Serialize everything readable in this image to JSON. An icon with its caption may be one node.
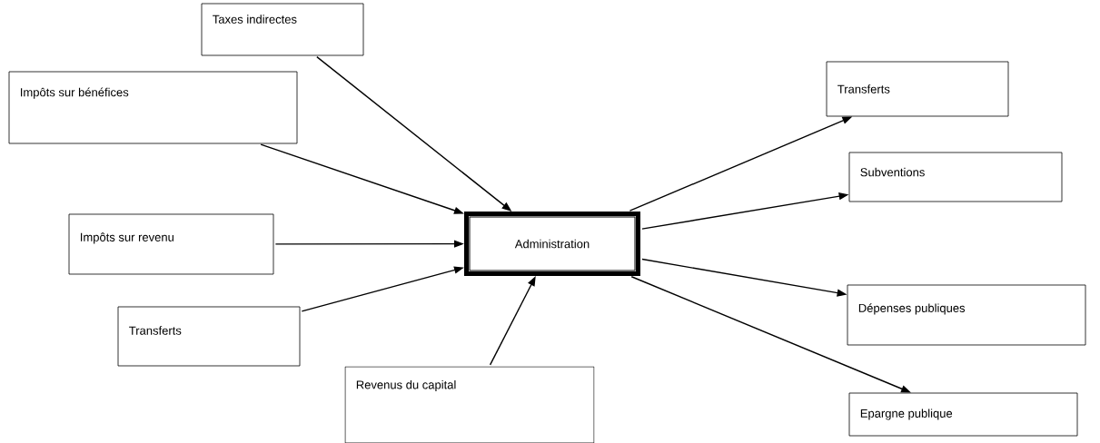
{
  "diagram": {
    "nodes": [
      {
        "text": [
          "Taxes indirectes"
        ]
      },
      {
        "text": [
          "Impôts sur bénéfices"
        ]
      },
      {
        "text": [
          "Impôts sur revenu"
        ]
      },
      {
        "text": [
          "Transferts"
        ]
      },
      {
        "text": [
          "Revenus du capital"
        ]
      },
      {
        "text": [
          "Administration"
        ]
      },
      {
        "text": [
          "Transferts"
        ]
      },
      {
        "text": [
          "Subventions"
        ]
      },
      {
        "text": [
          "Dépenses publiques"
        ]
      },
      {
        "text": [
          "Epargne publique"
        ]
      }
    ],
    "edges": [
      {
        "from": 0,
        "to": 5,
        "arrow": "to"
      },
      {
        "from": 1,
        "to": 5,
        "arrow": "to"
      },
      {
        "from": 2,
        "to": 5,
        "arrow": "to"
      },
      {
        "from": 3,
        "to": 5,
        "arrow": "to"
      },
      {
        "from": 4,
        "to": 5,
        "arrow": "to"
      },
      {
        "from": 5,
        "to": 6,
        "arrow": "to"
      },
      {
        "from": 5,
        "to": 7,
        "arrow": "to"
      },
      {
        "from": 5,
        "to": 8,
        "arrow": "to"
      },
      {
        "from": 5,
        "to": 9,
        "arrow": "to"
      }
    ]
  }
}
